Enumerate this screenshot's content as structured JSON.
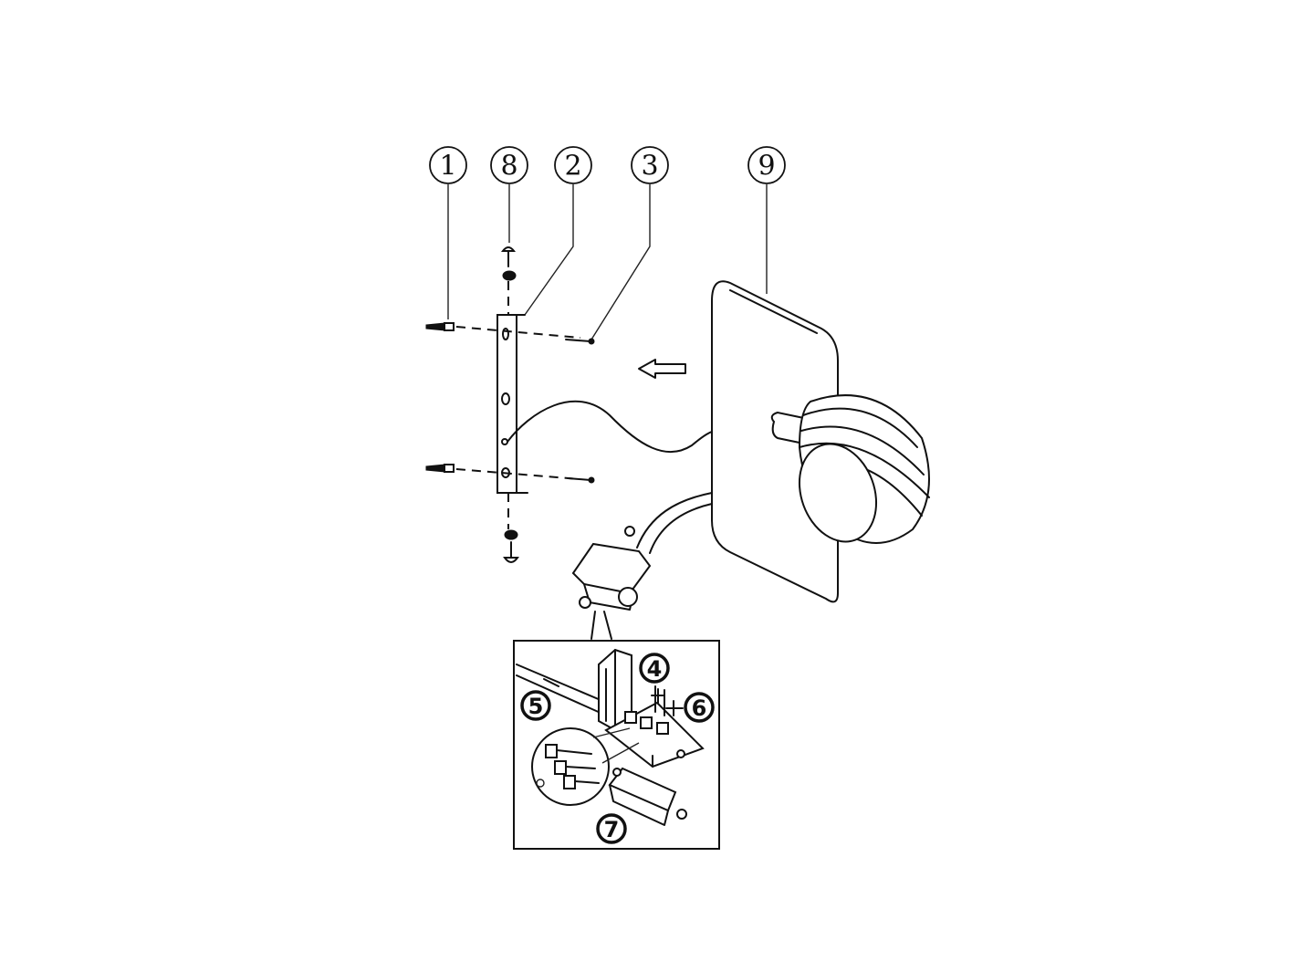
{
  "callouts": {
    "c1": "1",
    "c8": "8",
    "c2": "2",
    "c3": "3",
    "c9": "9",
    "c4": "4",
    "c5": "5",
    "c6": "6",
    "c7": "7"
  },
  "colors": {
    "line": "#111111",
    "background": "#ffffff"
  }
}
